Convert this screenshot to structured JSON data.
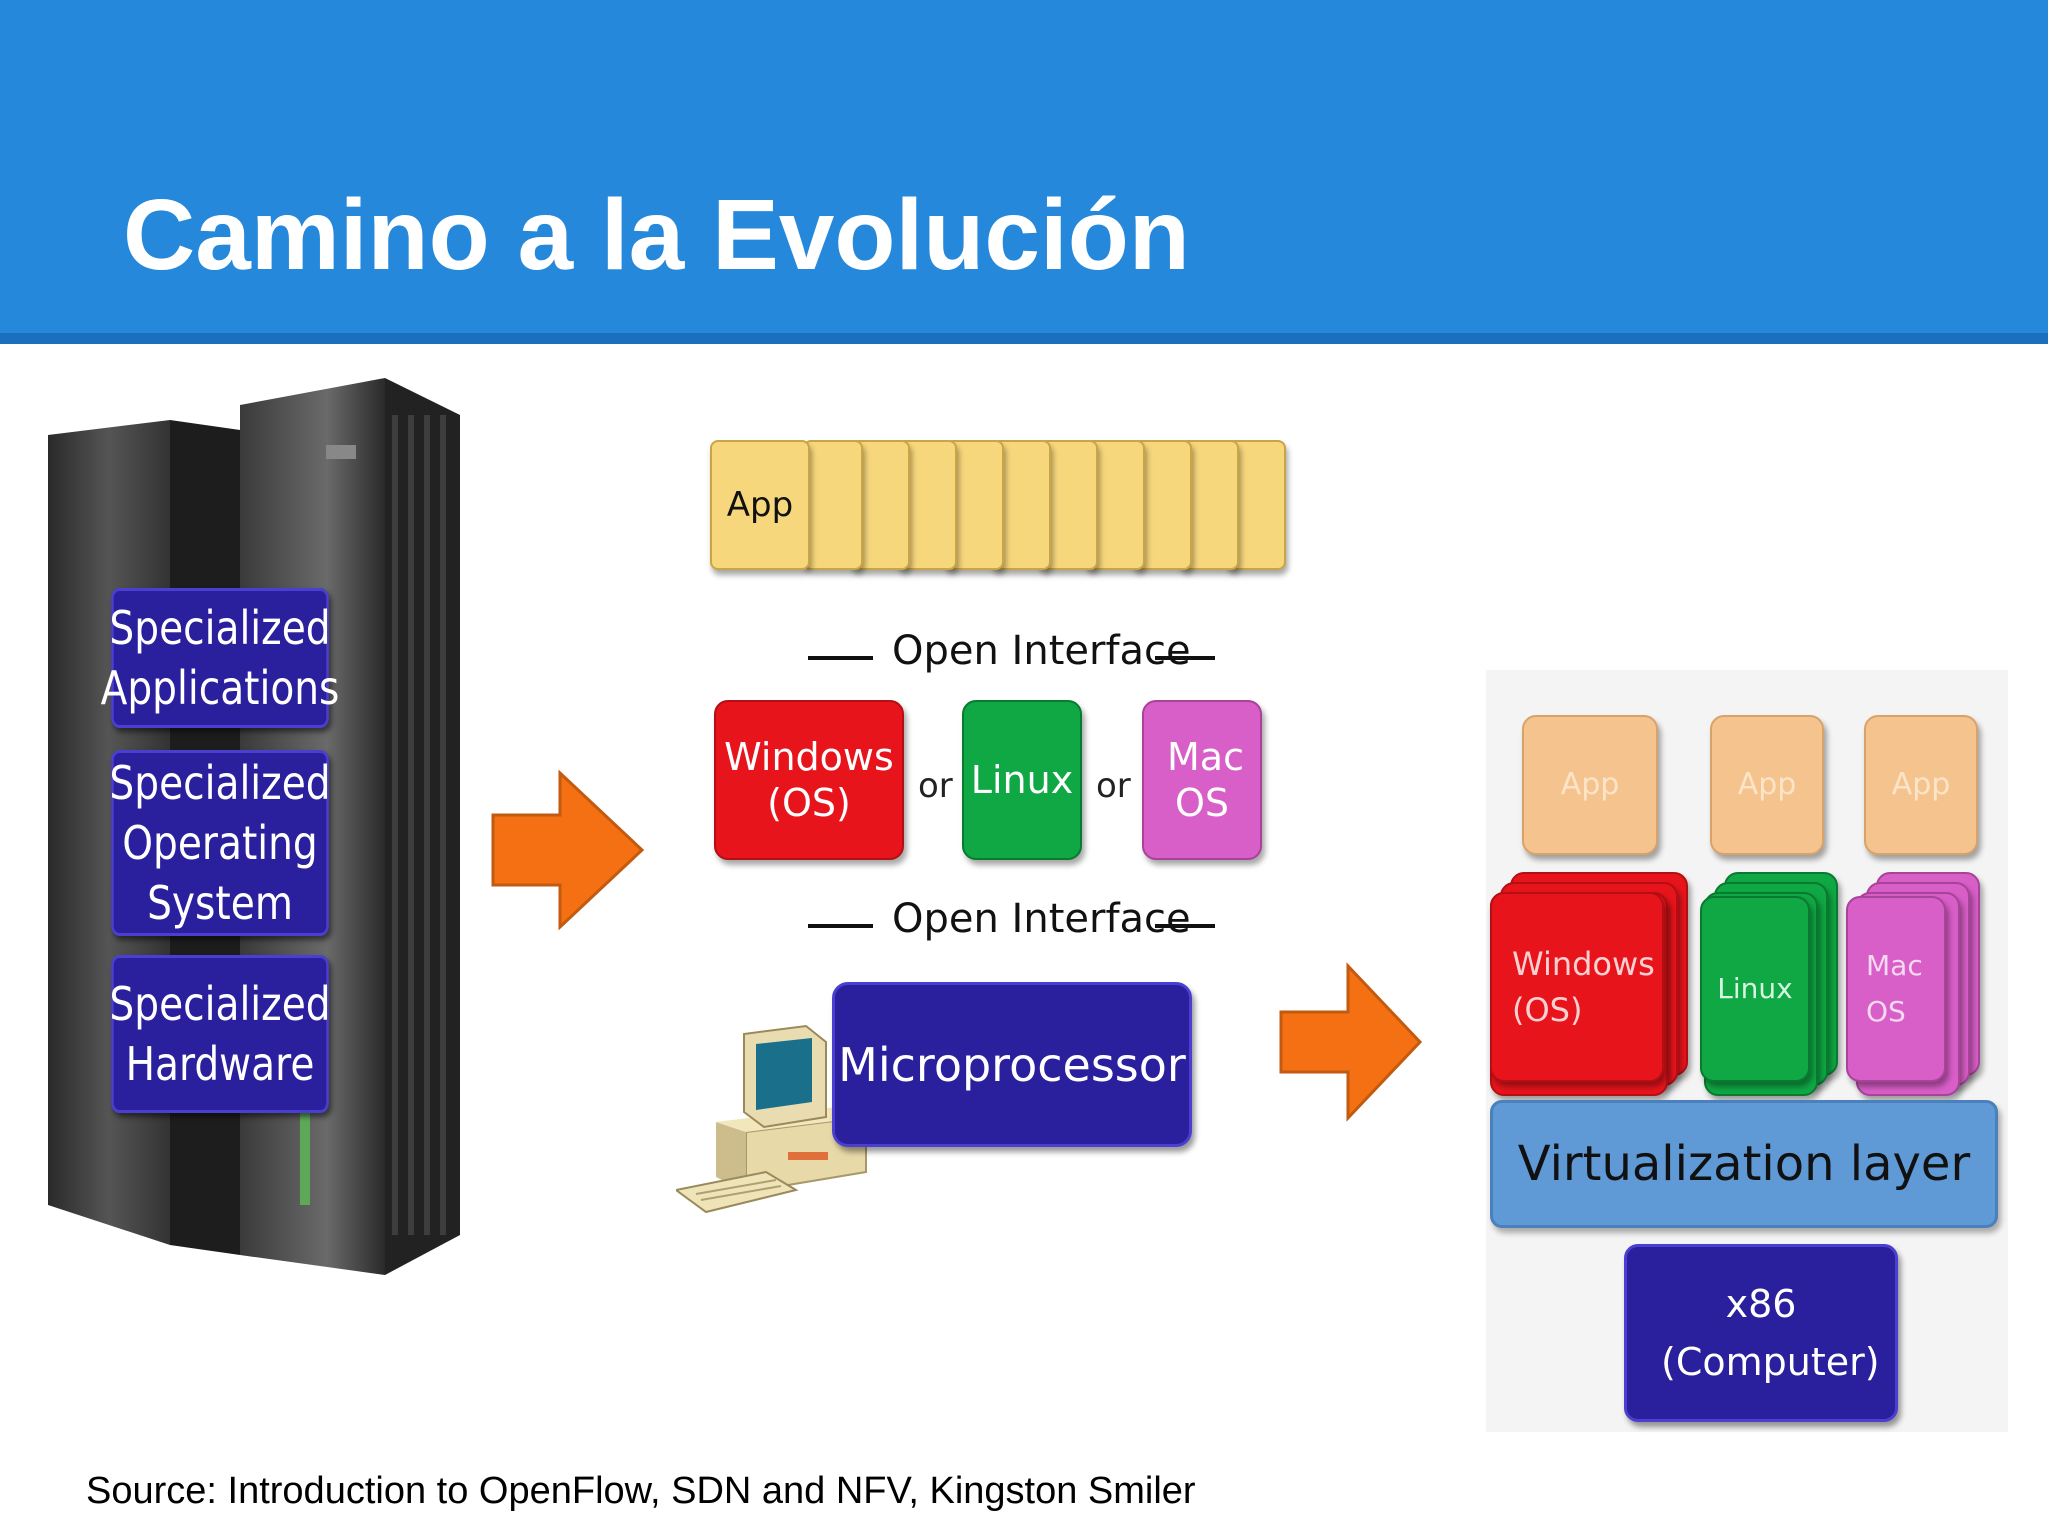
{
  "title": "Camino a la Evolución",
  "mainframe": {
    "applications": "Specialized Applications",
    "os": "Specialized Operating System",
    "hardware": "Specialized Hardware"
  },
  "pc_stack": {
    "app_label": "App",
    "open_interface_top": "Open Interface",
    "windows": "Windows (OS)",
    "or_1": "or",
    "linux": "Linux",
    "or_2": "or",
    "mac": "Mac OS",
    "open_interface_bottom": "Open Interface",
    "microprocessor": "Microprocessor"
  },
  "virtual_stack": {
    "app_1": "App",
    "app_2": "App",
    "app_3": "App",
    "windows": "Windows (OS)",
    "linux": "Linux",
    "mac": "Mac OS",
    "virtualization": "Virtualization layer",
    "x86": "x86 (Computer)"
  },
  "source": "Source: Introduction to OpenFlow, SDN and NFV, Kingston Smiler",
  "colors": {
    "header": "#2588db",
    "spec_blue": "#2a1f9c",
    "app_yellow": "#f7d77c",
    "windows_red": "#e8141c",
    "linux_green": "#0fa844",
    "mac_pink": "#d85ec8",
    "arrow_orange": "#f57012",
    "virt_blue": "#5f9ad6"
  }
}
